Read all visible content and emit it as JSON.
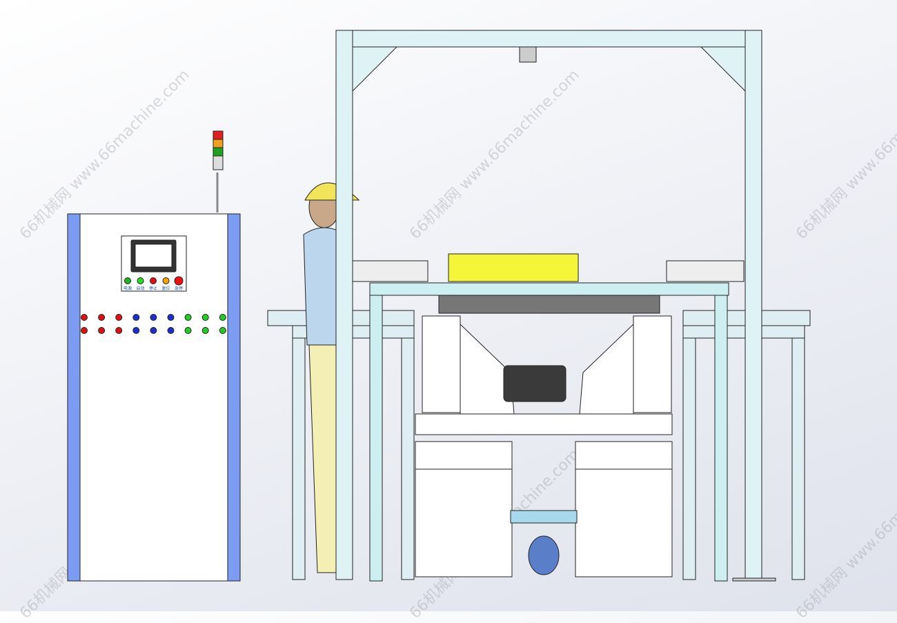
{
  "watermark": "66机械网 www.66machine.com",
  "control_panel": {
    "button_labels": [
      "电源",
      "启动",
      "停止",
      "复位",
      "急停"
    ],
    "button_colors": [
      "#1db31d",
      "#22dd22",
      "#e01010",
      "#f2a400",
      "#ee1111"
    ],
    "indicator_row_colors": [
      "#e01010",
      "#e01010",
      "#e01010",
      "#1e2fd0",
      "#1e2fd0",
      "#1e2fd0",
      "#22cc22",
      "#22cc22",
      "#22cc22"
    ],
    "stack_light_colors": [
      "#e02020",
      "#f0a020",
      "#20a020"
    ]
  },
  "colors": {
    "frame": "#cdeff2",
    "panel_side": "#7b9cf2",
    "product": "#f5f53a",
    "motor": "#3a3a3a"
  }
}
